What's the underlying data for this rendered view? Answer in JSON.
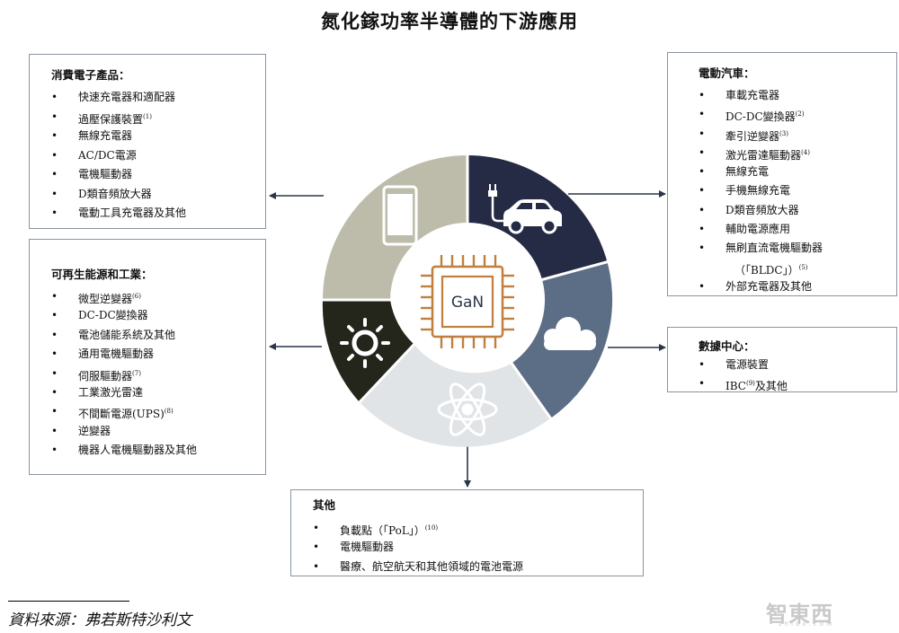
{
  "title": "氮化鎵功率半導體的下游應用",
  "center": {
    "chip_label": "GaN"
  },
  "colors": {
    "consumer": "#bdbcaa",
    "ev": "#252b45",
    "datacenter": "#5c6e85",
    "other": "#e1e4e6",
    "renewable": "#24261c",
    "chip": "#c07f3e"
  },
  "icons": [
    "smartphone-icon",
    "ev-charging-icon",
    "cloud-icon",
    "atom-icon",
    "sun-icon",
    "chip-icon"
  ],
  "boxes": {
    "consumer": {
      "title": "消費電子產品：",
      "items": [
        {
          "text": "快速充電器和適配器",
          "note": ""
        },
        {
          "text": "過壓保護裝置",
          "note": "(1)"
        },
        {
          "text": "無線充電器",
          "note": ""
        },
        {
          "text": "AC/DC電源",
          "note": ""
        },
        {
          "text": "電機驅動器",
          "note": ""
        },
        {
          "text": "D類音頻放大器",
          "note": ""
        },
        {
          "text": "電動工具充電器及其他",
          "note": ""
        }
      ]
    },
    "renewable": {
      "title": "可再生能源和工業：",
      "items": [
        {
          "text": "微型逆變器",
          "note": "(6)"
        },
        {
          "text": "DC-DC變換器",
          "note": ""
        },
        {
          "text": "電池儲能系統及其他",
          "note": ""
        },
        {
          "text": "通用電機驅動器",
          "note": ""
        },
        {
          "text": "伺服驅動器",
          "note": "(7)"
        },
        {
          "text": "工業激光雷達",
          "note": ""
        },
        {
          "text": "不間斷電源(UPS)",
          "note": "(8)"
        },
        {
          "text": "逆變器",
          "note": ""
        },
        {
          "text": "機器人電機驅動器及其他",
          "note": ""
        }
      ]
    },
    "ev": {
      "title": "電動汽車：",
      "items": [
        {
          "text": "車載充電器",
          "note": ""
        },
        {
          "text": "DC-DC變換器",
          "note": "(2)"
        },
        {
          "text": "牽引逆變器",
          "note": "(3)"
        },
        {
          "text": "激光雷達驅動器",
          "note": "(4)"
        },
        {
          "text": "無線充電",
          "note": ""
        },
        {
          "text": "手機無線充電",
          "note": ""
        },
        {
          "text": "D類音頻放大器",
          "note": ""
        },
        {
          "text": "輔助電源應用",
          "note": ""
        },
        {
          "text": "無刷直流電機驅動器",
          "note": ""
        },
        {
          "text": "外部充電器及其他",
          "note": ""
        }
      ],
      "continuation": {
        "text": "（「BLDC」）",
        "note": "(5)"
      }
    },
    "datacenter": {
      "title": "數據中心：",
      "items": [
        {
          "text": "電源裝置",
          "note": ""
        },
        {
          "text": "IBC",
          "note": "(9)",
          "suffix": "及其他"
        }
      ]
    },
    "other": {
      "title": "其他",
      "items": [
        {
          "text": "負載點（「PoL」）",
          "note": "(10)"
        },
        {
          "text": "電機驅動器",
          "note": ""
        },
        {
          "text": "醫療、航空航天和其他領域的電池電源",
          "note": ""
        }
      ]
    }
  },
  "bullet": "•",
  "source": "資料來源：弗若斯特沙利文",
  "watermark": {
    "main": "智東西",
    "sub": "zhidx.com"
  }
}
